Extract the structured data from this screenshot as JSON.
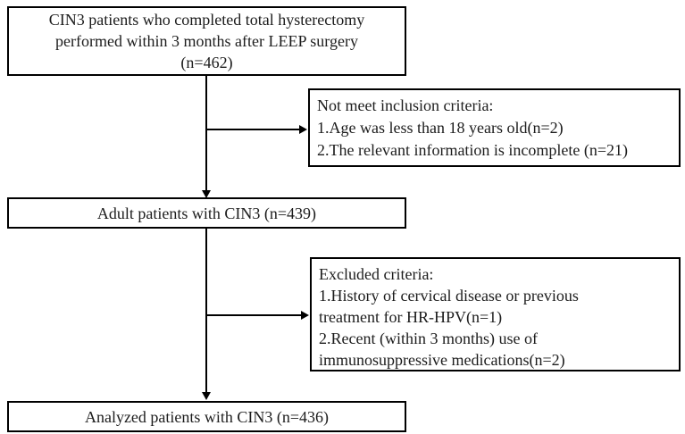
{
  "diagram": {
    "type": "flowchart",
    "description": "Patient inclusion/exclusion flow diagram for CIN3 study",
    "boxes": {
      "top": {
        "line1": "CIN3 patients who completed total hysterectomy",
        "line2": "performed within 3 months after LEEP surgery",
        "line3": "(n=462)"
      },
      "not_meet": {
        "line1": "Not meet inclusion criteria:",
        "line2": "1.Age was less than 18 years old(n=2)",
        "line3": "2.The relevant information is incomplete (n=21)"
      },
      "adult": {
        "text": "Adult patients with CIN3 (n=439)"
      },
      "excluded": {
        "line1": "Excluded criteria:",
        "line2": "1.History of cervical disease or previous",
        "line3": "treatment for HR-HPV(n=1)",
        "line4": "2.Recent (within 3 months) use of",
        "line5": "immunosuppressive medications(n=2)"
      },
      "analyzed": {
        "text": "Analyzed patients with CIN3 (n=436)"
      }
    },
    "counts": {
      "initial": 462,
      "age_excluded": 2,
      "incomplete_info_excluded": 21,
      "adult": 439,
      "prior_disease_excluded": 1,
      "immunosuppressive_excluded": 2,
      "analyzed": 436
    },
    "colors": {
      "border": "#000000",
      "text": "#1c1c1c",
      "background": "#ffffff"
    }
  }
}
